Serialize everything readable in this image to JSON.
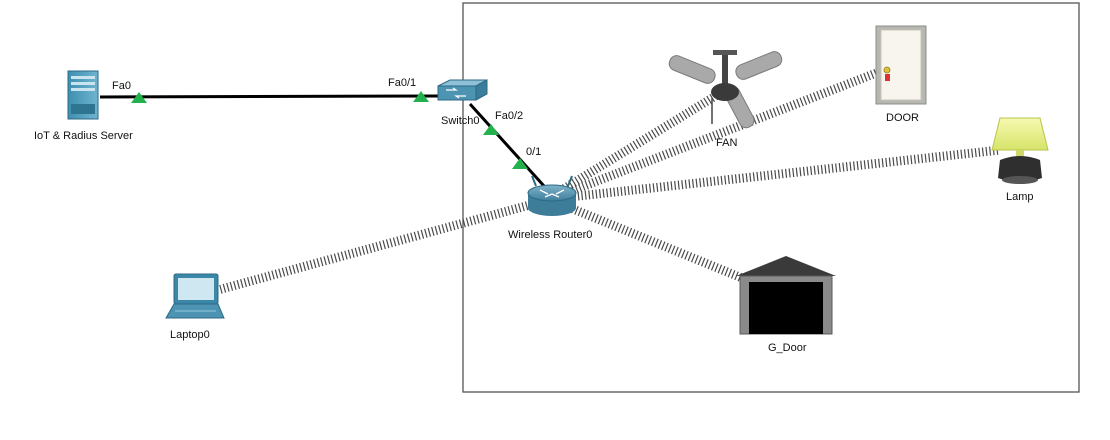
{
  "devices": {
    "server": {
      "label": "IoT & Radius Server",
      "icon": "server-icon"
    },
    "switch": {
      "label": "Switch0",
      "icon": "switch-icon"
    },
    "router": {
      "label": "Wireless Router0",
      "icon": "wireless-router-icon"
    },
    "laptop": {
      "label": "Laptop0",
      "icon": "laptop-icon"
    },
    "fan": {
      "label": "FAN",
      "icon": "ceiling-fan-icon"
    },
    "door": {
      "label": "DOOR",
      "icon": "door-icon"
    },
    "lamp": {
      "label": "Lamp",
      "icon": "lamp-icon"
    },
    "gdoor": {
      "label": "G_Door",
      "icon": "garage-door-icon"
    }
  },
  "ports": {
    "server_fa0": "Fa0",
    "switch_fa01": "Fa0/1",
    "switch_fa02": "Fa0/2",
    "router_01": "0/1"
  },
  "colors": {
    "wired_link": "#000000",
    "link_light": "#22b14c",
    "wireless_link": "#4a4a4a",
    "cluster_border": "#555555"
  }
}
